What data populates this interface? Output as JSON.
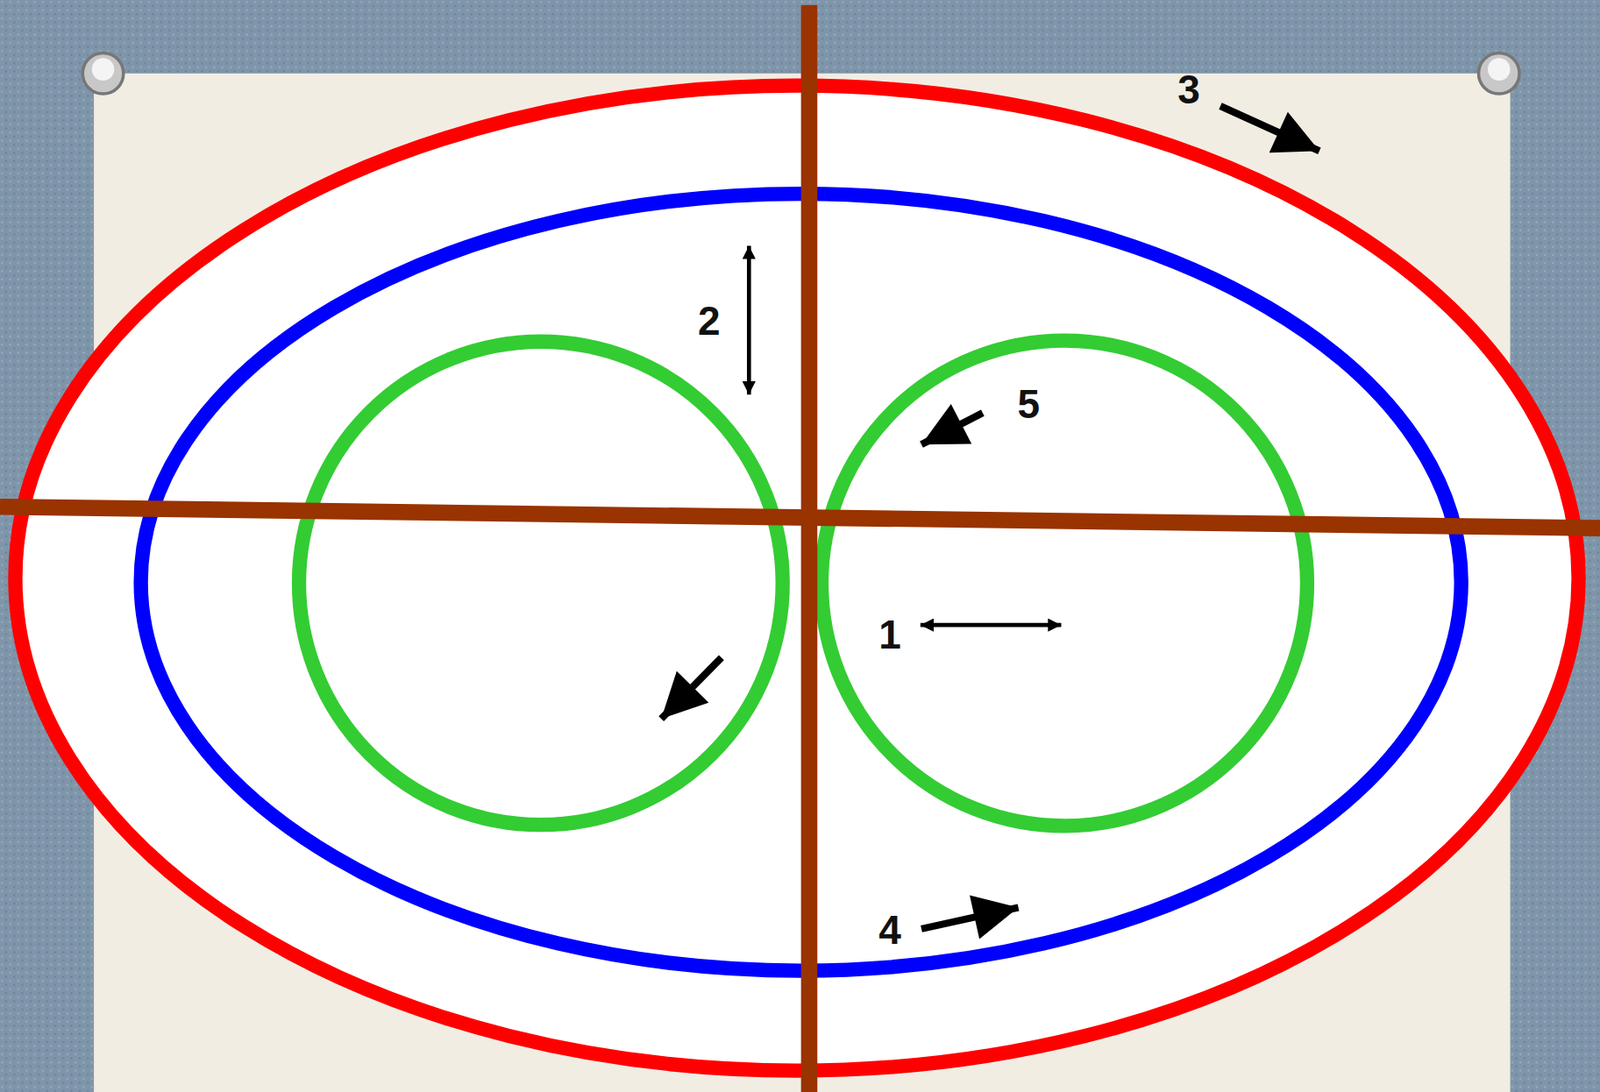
{
  "diagram": {
    "labels": [
      "3",
      "2",
      "5",
      "1",
      "4"
    ]
  }
}
